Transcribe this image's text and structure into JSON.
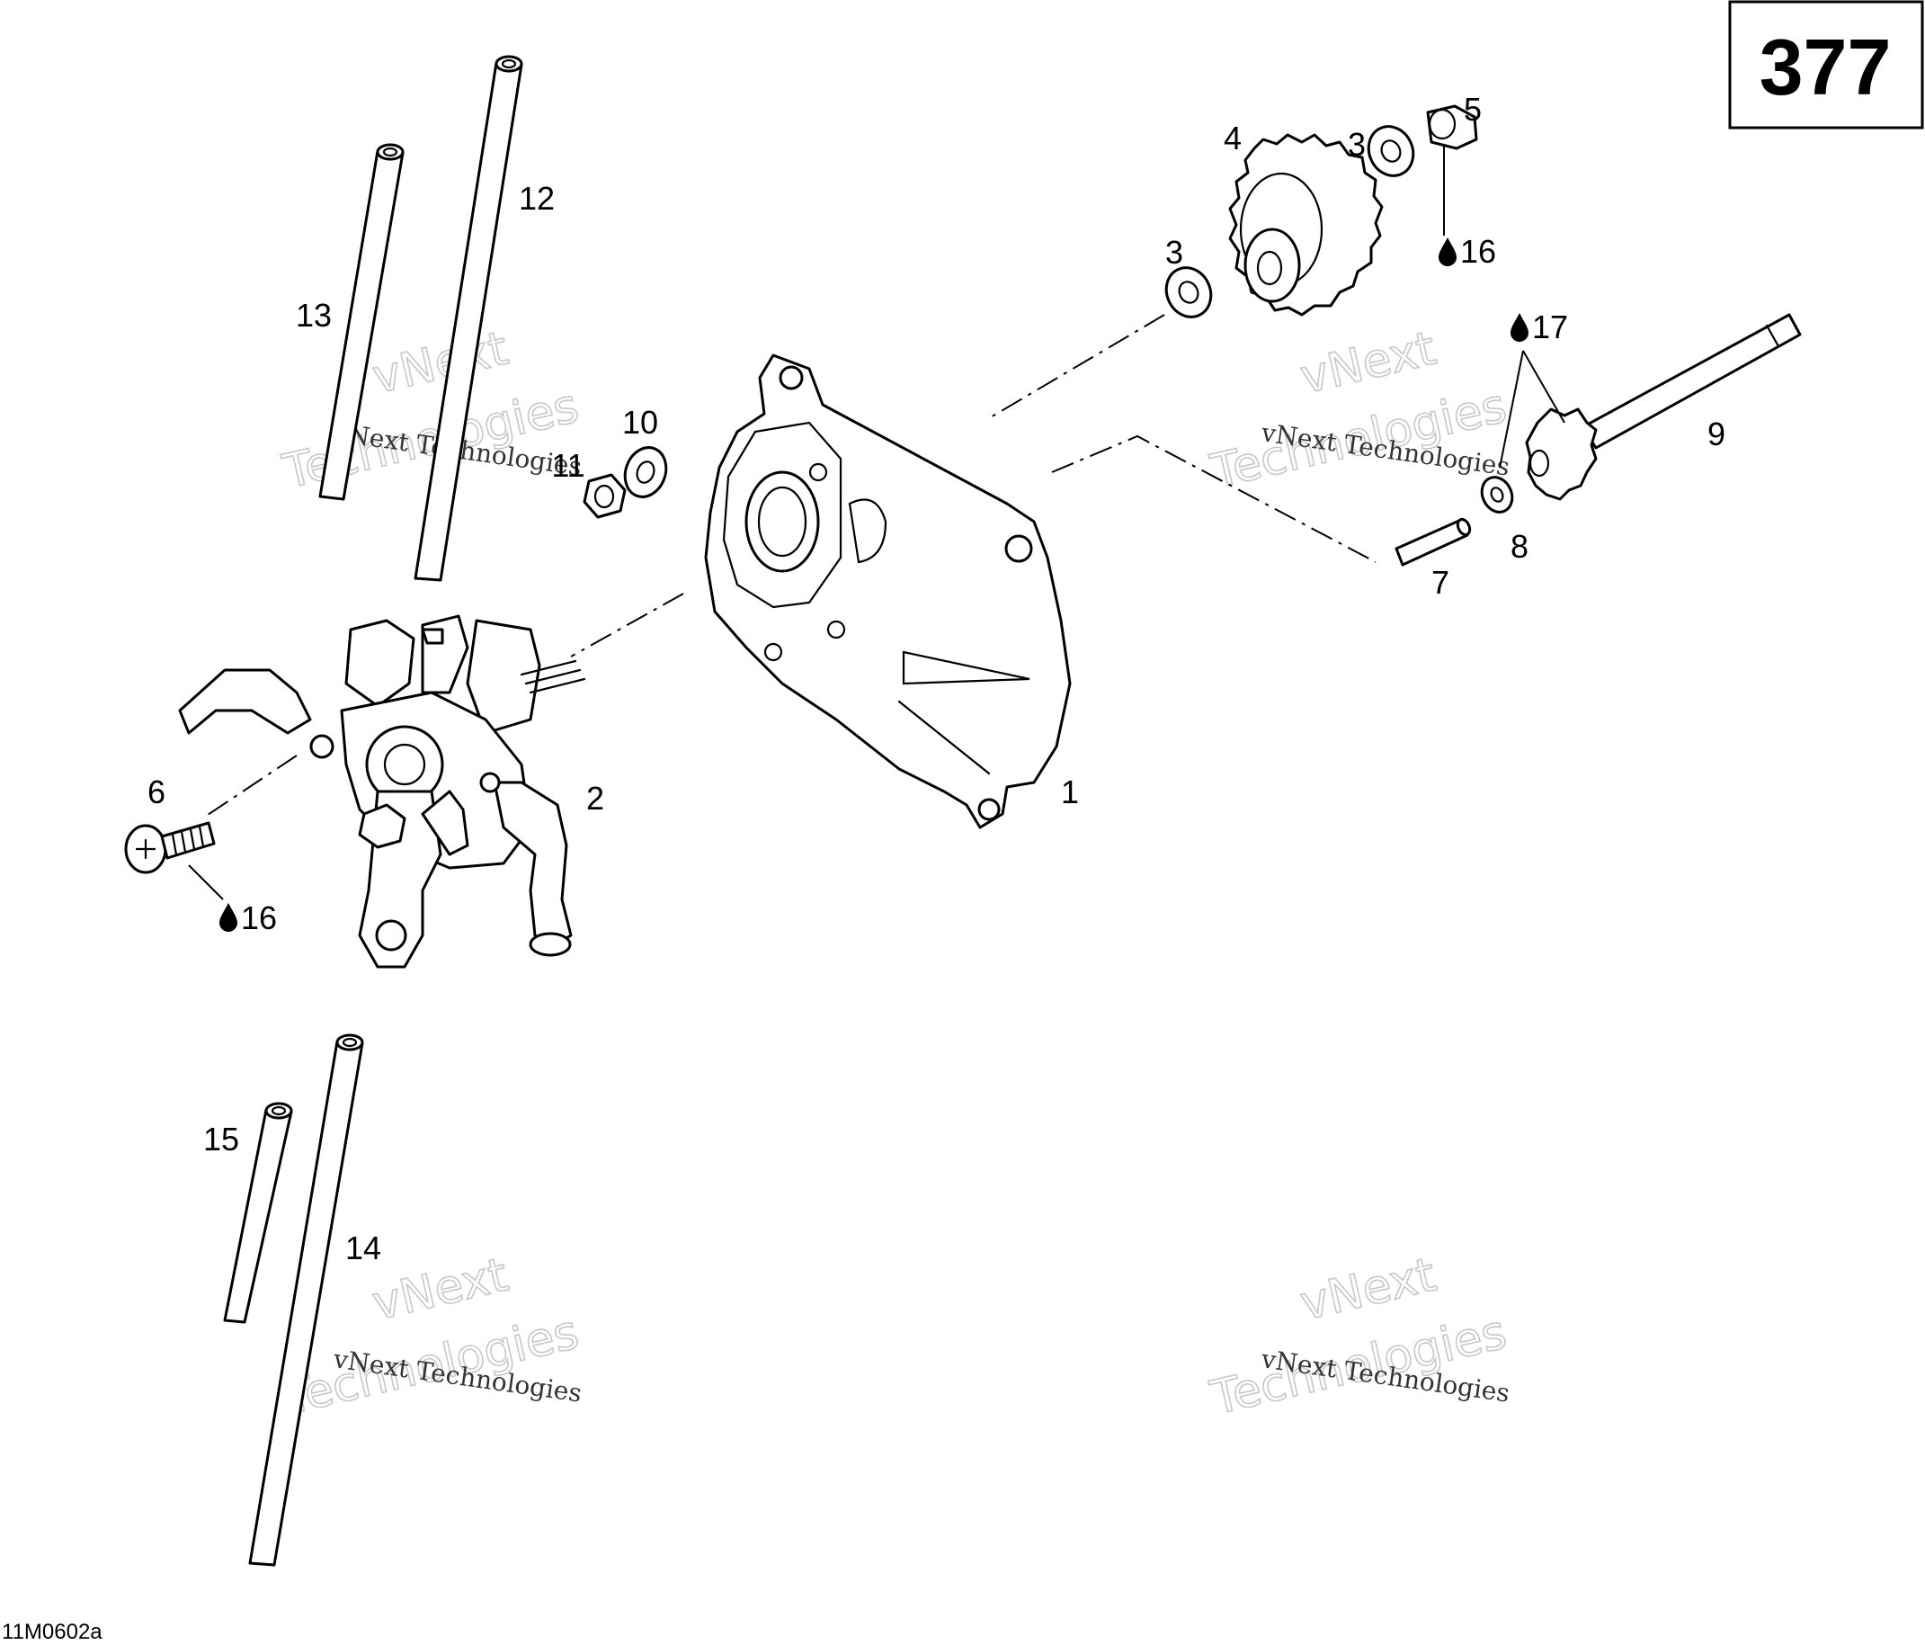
{
  "page_number": "377",
  "reference_code": "11M0602a",
  "watermark": {
    "line1": "vNext Technologies",
    "line2": "vNext",
    "line3": "Technologies"
  },
  "callouts": [
    {
      "id": "1",
      "label": "1"
    },
    {
      "id": "2",
      "label": "2"
    },
    {
      "id": "3a",
      "label": "3"
    },
    {
      "id": "3b",
      "label": "3"
    },
    {
      "id": "4",
      "label": "4"
    },
    {
      "id": "5",
      "label": "5"
    },
    {
      "id": "6",
      "label": "6"
    },
    {
      "id": "7",
      "label": "7"
    },
    {
      "id": "8",
      "label": "8"
    },
    {
      "id": "9",
      "label": "9"
    },
    {
      "id": "10",
      "label": "10"
    },
    {
      "id": "11",
      "label": "11"
    },
    {
      "id": "12",
      "label": "12"
    },
    {
      "id": "13",
      "label": "13"
    },
    {
      "id": "14",
      "label": "14"
    },
    {
      "id": "15",
      "label": "15"
    }
  ],
  "lubricant_marks": [
    {
      "id": "L16a",
      "label": "16",
      "icon": "oil-drop-icon"
    },
    {
      "id": "L16b",
      "label": "16",
      "icon": "oil-drop-icon"
    },
    {
      "id": "L17",
      "label": "17",
      "icon": "oil-drop-icon"
    }
  ]
}
